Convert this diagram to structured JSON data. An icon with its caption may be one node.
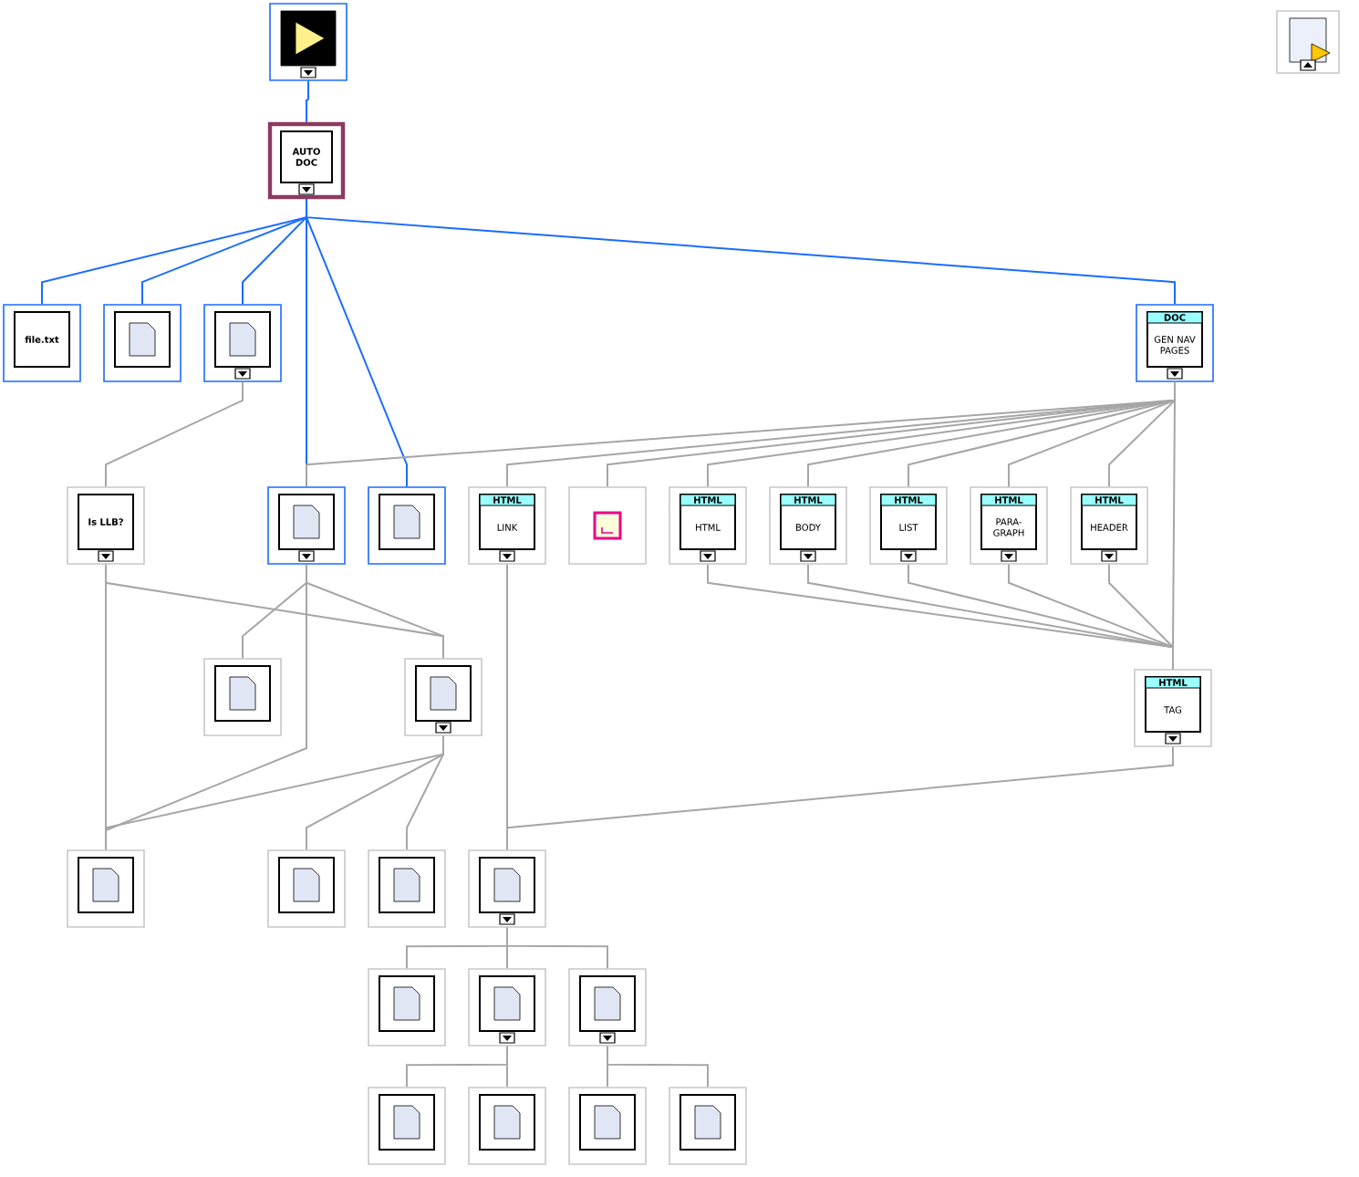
{
  "diagram": {
    "nodes": [
      {
        "text": [],
        "shape": "picture"
      },
      {
        "text": [
          "AUTO DOC"
        ]
      },
      {
        "text": [
          "file.txt"
        ]
      },
      {
        "text": [],
        "shape": "picture"
      },
      {
        "text": [],
        "shape": "picture"
      },
      {
        "text": [
          "DOC",
          "GEN NAV PAGES"
        ]
      },
      {
        "text": [
          "Is LLB?"
        ]
      },
      {
        "text": [],
        "shape": "picture"
      },
      {
        "text": [],
        "shape": "picture"
      },
      {
        "text": [
          "HTML",
          "LINK"
        ]
      },
      {
        "text": [],
        "shape": "picture"
      },
      {
        "text": [
          "HTML",
          "HTML"
        ]
      },
      {
        "text": [
          "HTML",
          "BODY"
        ]
      },
      {
        "text": [
          "HTML",
          "LIST"
        ]
      },
      {
        "text": [
          "HTML",
          "PARA- GRAPH"
        ]
      },
      {
        "text": [
          "HTML",
          "HEADER"
        ]
      },
      {
        "text": [],
        "shape": "picture"
      },
      {
        "text": [],
        "shape": "picture"
      },
      {
        "text": [
          "HTML",
          "TAG"
        ]
      },
      {
        "text": [],
        "shape": "picture"
      },
      {
        "text": [],
        "shape": "picture"
      },
      {
        "text": [],
        "shape": "picture"
      },
      {
        "text": [],
        "shape": "picture"
      },
      {
        "text": [],
        "shape": "picture"
      },
      {
        "text": [],
        "shape": "picture"
      },
      {
        "text": [],
        "shape": "picture"
      },
      {
        "text": [],
        "shape": "picture"
      },
      {
        "text": [],
        "shape": "picture"
      },
      {
        "text": [],
        "shape": "picture"
      },
      {
        "text": [],
        "shape": "picture"
      },
      {
        "text": [],
        "shape": "picture"
      }
    ],
    "edges": [
      {
        "from": 0,
        "to": 1,
        "arrow": "none",
        "color": "#1a6cff"
      },
      {
        "from": 1,
        "to": 2,
        "arrow": "none",
        "color": "#1a6cff"
      },
      {
        "from": 1,
        "to": 3,
        "arrow": "none",
        "color": "#1a6cff"
      },
      {
        "from": 1,
        "to": 4,
        "arrow": "none",
        "color": "#1a6cff"
      },
      {
        "from": 1,
        "to": 7,
        "arrow": "none",
        "color": "#1a6cff"
      },
      {
        "from": 1,
        "to": 8,
        "arrow": "none",
        "color": "#1a6cff"
      },
      {
        "from": 1,
        "to": 5,
        "arrow": "none",
        "color": "#1a6cff"
      },
      {
        "from": 4,
        "to": 6,
        "arrow": "none"
      },
      {
        "from": 5,
        "to": 7,
        "arrow": "none"
      },
      {
        "from": 5,
        "to": 9,
        "arrow": "none"
      },
      {
        "from": 5,
        "to": 10,
        "arrow": "none"
      },
      {
        "from": 5,
        "to": 11,
        "arrow": "none"
      },
      {
        "from": 5,
        "to": 12,
        "arrow": "none"
      },
      {
        "from": 5,
        "to": 13,
        "arrow": "none"
      },
      {
        "from": 5,
        "to": 14,
        "arrow": "none"
      },
      {
        "from": 5,
        "to": 15,
        "arrow": "none"
      },
      {
        "from": 5,
        "to": 18,
        "arrow": "none"
      },
      {
        "from": 11,
        "to": 18,
        "arrow": "none"
      },
      {
        "from": 12,
        "to": 18,
        "arrow": "none"
      },
      {
        "from": 13,
        "to": 18,
        "arrow": "none"
      },
      {
        "from": 14,
        "to": 18,
        "arrow": "none"
      },
      {
        "from": 15,
        "to": 18,
        "arrow": "none"
      },
      {
        "from": 6,
        "to": 17,
        "arrow": "none"
      },
      {
        "from": 6,
        "to": 19,
        "arrow": "none"
      },
      {
        "from": 7,
        "to": 16,
        "arrow": "none"
      },
      {
        "from": 7,
        "to": 17,
        "arrow": "none"
      },
      {
        "from": 7,
        "to": 19,
        "arrow": "none"
      },
      {
        "from": 17,
        "to": 19,
        "arrow": "none"
      },
      {
        "from": 17,
        "to": 20,
        "arrow": "none"
      },
      {
        "from": 17,
        "to": 21,
        "arrow": "none"
      },
      {
        "from": 9,
        "to": 22,
        "arrow": "none"
      },
      {
        "from": 18,
        "to": 22,
        "arrow": "none"
      },
      {
        "from": 22,
        "to": 23,
        "arrow": "none"
      },
      {
        "from": 22,
        "to": 24,
        "arrow": "none"
      },
      {
        "from": 22,
        "to": 25,
        "arrow": "none"
      },
      {
        "from": 24,
        "to": 26,
        "arrow": "none"
      },
      {
        "from": 24,
        "to": 27,
        "arrow": "none"
      },
      {
        "from": 25,
        "to": 28,
        "arrow": "none"
      },
      {
        "from": 25,
        "to": 29,
        "arrow": "none"
      }
    ]
  }
}
